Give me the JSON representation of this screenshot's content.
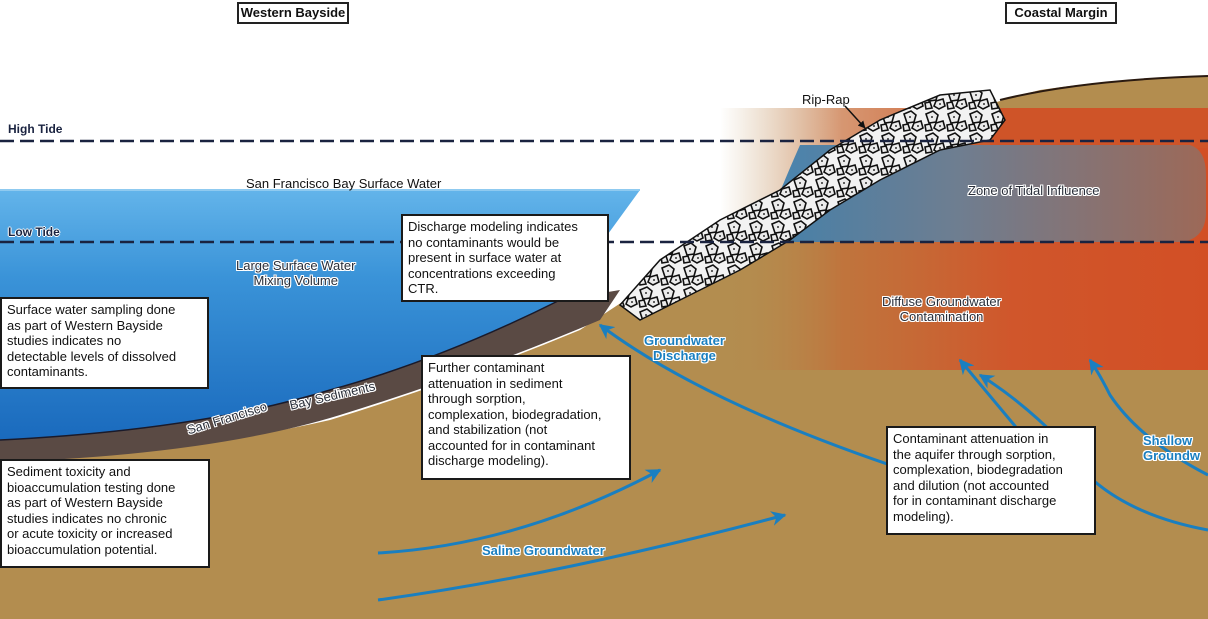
{
  "regions": {
    "left_title": "Western Bayside",
    "right_title": "Coastal Margin"
  },
  "tides": {
    "high": "High Tide",
    "low": "Low Tide"
  },
  "labels": {
    "surface_water": "San Francisco Bay Surface Water",
    "mixing_volume": "Large Surface Water\nMixing Volume",
    "rip_rap": "Rip-Rap",
    "tidal_zone": "Zone of Tidal Influence",
    "diffuse": "Diffuse Groundwater\nContamination",
    "sediments_a": "San Francisco",
    "sediments_b": "Bay Sediments",
    "gw_discharge": "Groundwater\nDischarge",
    "saline_gw": "Saline Groundwater",
    "shallow_gw": "Shallow\nGroundw"
  },
  "callouts": {
    "surface_sampling": "Surface water sampling done\nas part of Western Bayside\nstudies indicates no\ndetectable levels of dissolved\ncontaminants.",
    "sediment_toxicity": "Sediment toxicity and\nbioaccumulation testing done\nas part of Western Bayside\nstudies indicates no chronic\nor acute toxicity or increased\nbioaccumulation potential.",
    "discharge_modeling": "Discharge modeling indicates\nno contaminants would be\npresent in surface water at\nconcentrations exceeding\nCTR.",
    "sediment_attenuation": "Further contaminant\nattenuation in sediment\nthrough sorption,\ncomplexation, biodegradation,\nand stabilization (not\naccounted for in contaminant\ndischarge modeling).",
    "aquifer_attenuation": "Contaminant attenuation in\nthe aquifer through sorption,\ncomplexation, biodegradation\nand dilution (not accounted\nfor in contaminant discharge\nmodeling)."
  },
  "colors": {
    "water_top": "#5fb0e6",
    "water_bottom": "#1f6fc0",
    "soil": "#b38d4f",
    "sediment": "#5a4a44",
    "contamination": "#d2572a",
    "tidal_zone": "#6a7f95",
    "flow_arrow": "#1a7fc0",
    "tide_line": "#1a2340"
  }
}
